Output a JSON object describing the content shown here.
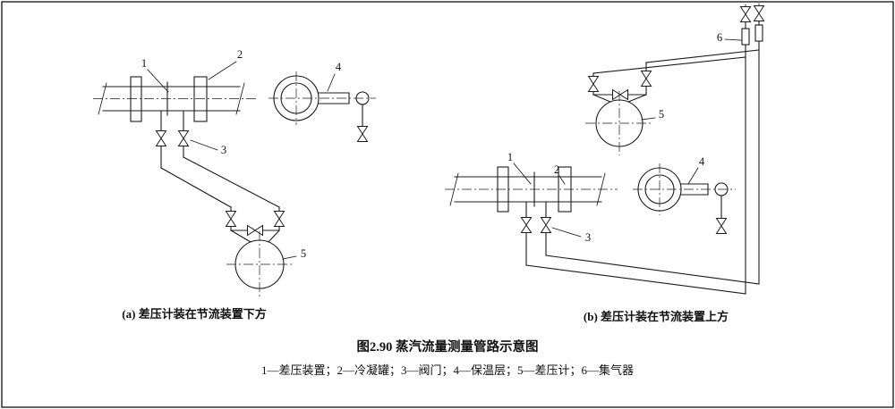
{
  "figure": {
    "caption_a": "(a) 差压计装在节流装置下方",
    "caption_b": "(b) 差压计装在节流装置上方",
    "title": "图2.90 蒸汽流量测量管路示意图",
    "legend": "1—差压装置；2—冷凝罐；3—阀门；4—保温层；5—差压计；6—集气器"
  },
  "labels": {
    "a": {
      "l1": "1",
      "l2": "2",
      "l3": "3",
      "l4": "4",
      "l5": "5"
    },
    "b": {
      "l1": "1",
      "l2": "2",
      "l3": "3",
      "l4": "4",
      "l5": "5",
      "l6": "6"
    }
  },
  "colors": {
    "line": "#1c1c1c",
    "background": "#ffffff"
  }
}
